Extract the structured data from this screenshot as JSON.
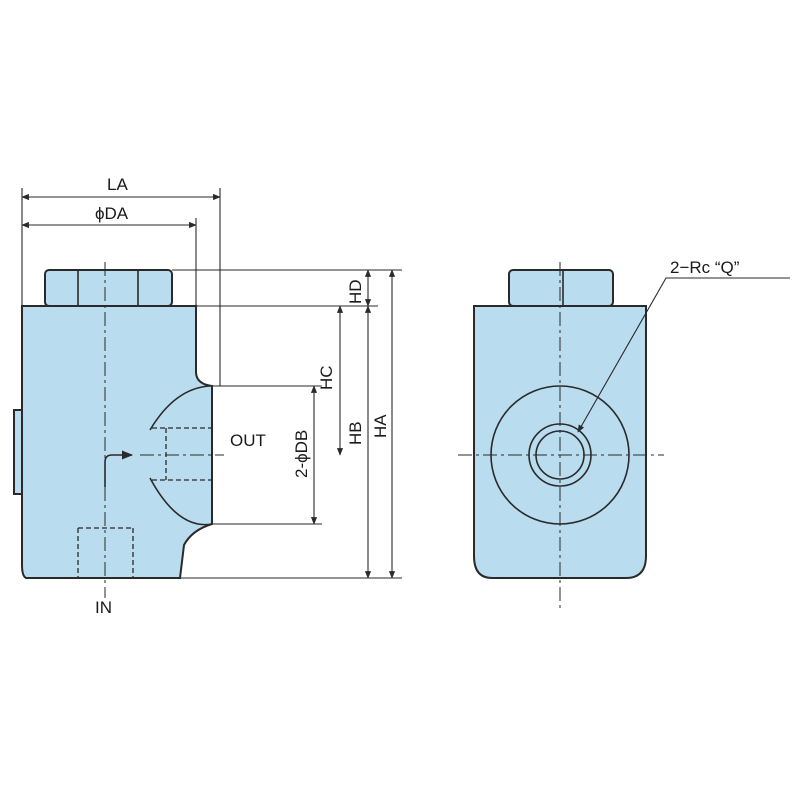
{
  "dimensions": {
    "la": "LA",
    "da": "ϕDA",
    "hd": "HD",
    "hc": "HC",
    "hb": "HB",
    "ha": "HA",
    "db": "2-ϕDB"
  },
  "ports": {
    "out": "OUT",
    "in": "IN"
  },
  "callout": {
    "thread": "2−Rc “Q”"
  },
  "colors": {
    "body": "#b9dcee",
    "line": "#2a2a2a"
  }
}
